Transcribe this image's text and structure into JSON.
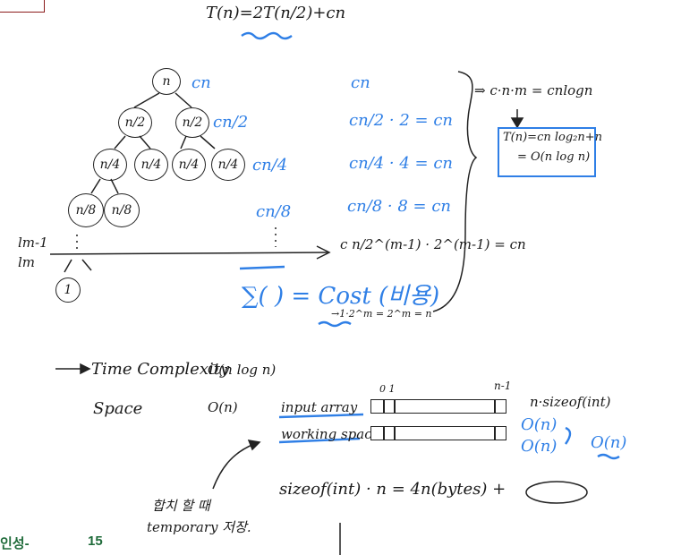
{
  "header": {
    "recurrence": "T(n)=2T(n/2)+cn"
  },
  "tree": {
    "root": "n",
    "level1": [
      "n/2",
      "n/2"
    ],
    "level2": [
      "n/4",
      "n/4",
      "n/4",
      "n/4"
    ],
    "level3": [
      "n/8",
      "n/8"
    ],
    "leaf": "1",
    "level_costs": [
      "cn",
      "cn/2",
      "cn/4",
      "cn/8"
    ],
    "height_labels": [
      "lm-1",
      "lm"
    ]
  },
  "level_sums": {
    "rows": [
      "cn",
      "cn/2 · 2 = cn",
      "cn/4 · 4 = cn",
      "cn/8 · 8 = cn",
      "c n/2^(m-1) · 2^(m-1) = cn"
    ],
    "sum": "∑(  ) = Cost (비용)",
    "sum_note": "→1·2^m = 2^m = n"
  },
  "result": {
    "line": "⇒ c·n·m = cnlogn",
    "box_line1": "T(n)=cn log₂n+n",
    "box_line2": "= O(n log n)"
  },
  "complexity": {
    "time_label": "Time Complexity",
    "time_value": "O(n log n)",
    "space_label": "Space",
    "space_value": "O(n)"
  },
  "memory": {
    "input_label": "input array",
    "working_label": "working space",
    "index_start": "0 1",
    "index_end": "n-1",
    "size_note": "n·sizeof(int)",
    "on_1": "O(n)",
    "on_2": "O(n)",
    "on_total": "O(n)",
    "formula": "sizeof(int) · n  =  4n(bytes) +",
    "temp_note_1": "합치 할 때",
    "temp_note_2": "temporary 저장."
  },
  "footer": {
    "left_text": "인성-",
    "page_number": "15"
  }
}
